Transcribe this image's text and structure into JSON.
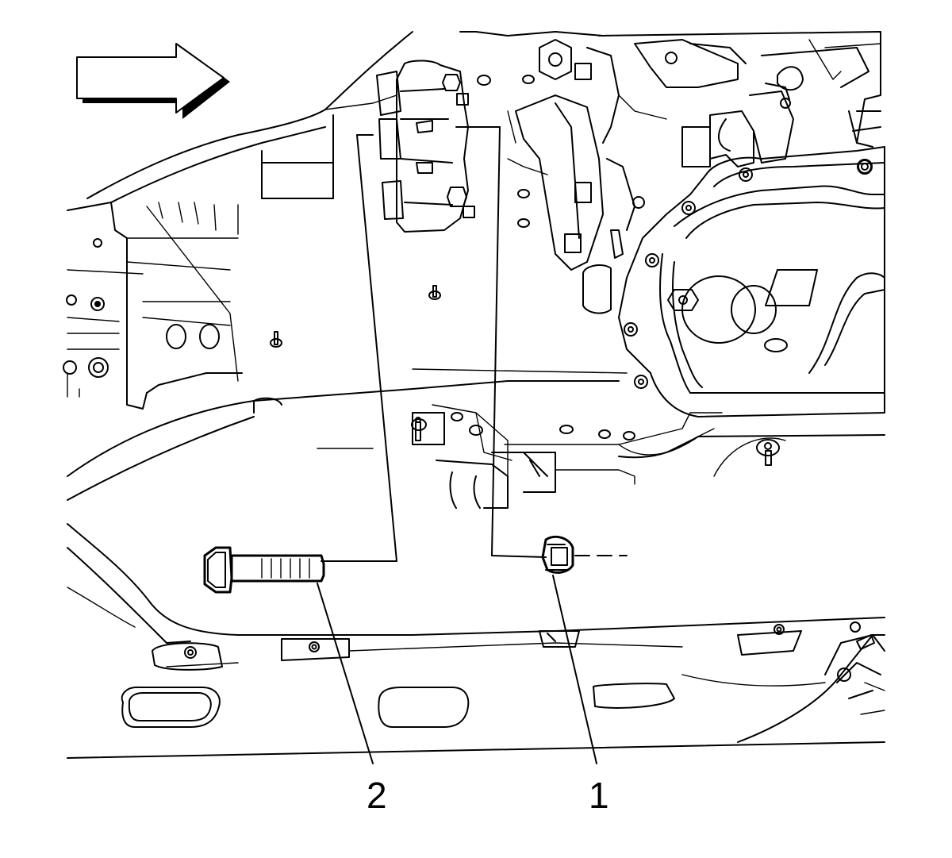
{
  "diagram": {
    "callouts": [
      {
        "id": "1",
        "label": "1",
        "part": "nut-icon"
      },
      {
        "id": "2",
        "label": "2",
        "part": "bolt-icon"
      }
    ],
    "direction_arrow": "arrow-right-icon",
    "colors": {
      "line": "#000000",
      "background": "#ffffff"
    }
  }
}
